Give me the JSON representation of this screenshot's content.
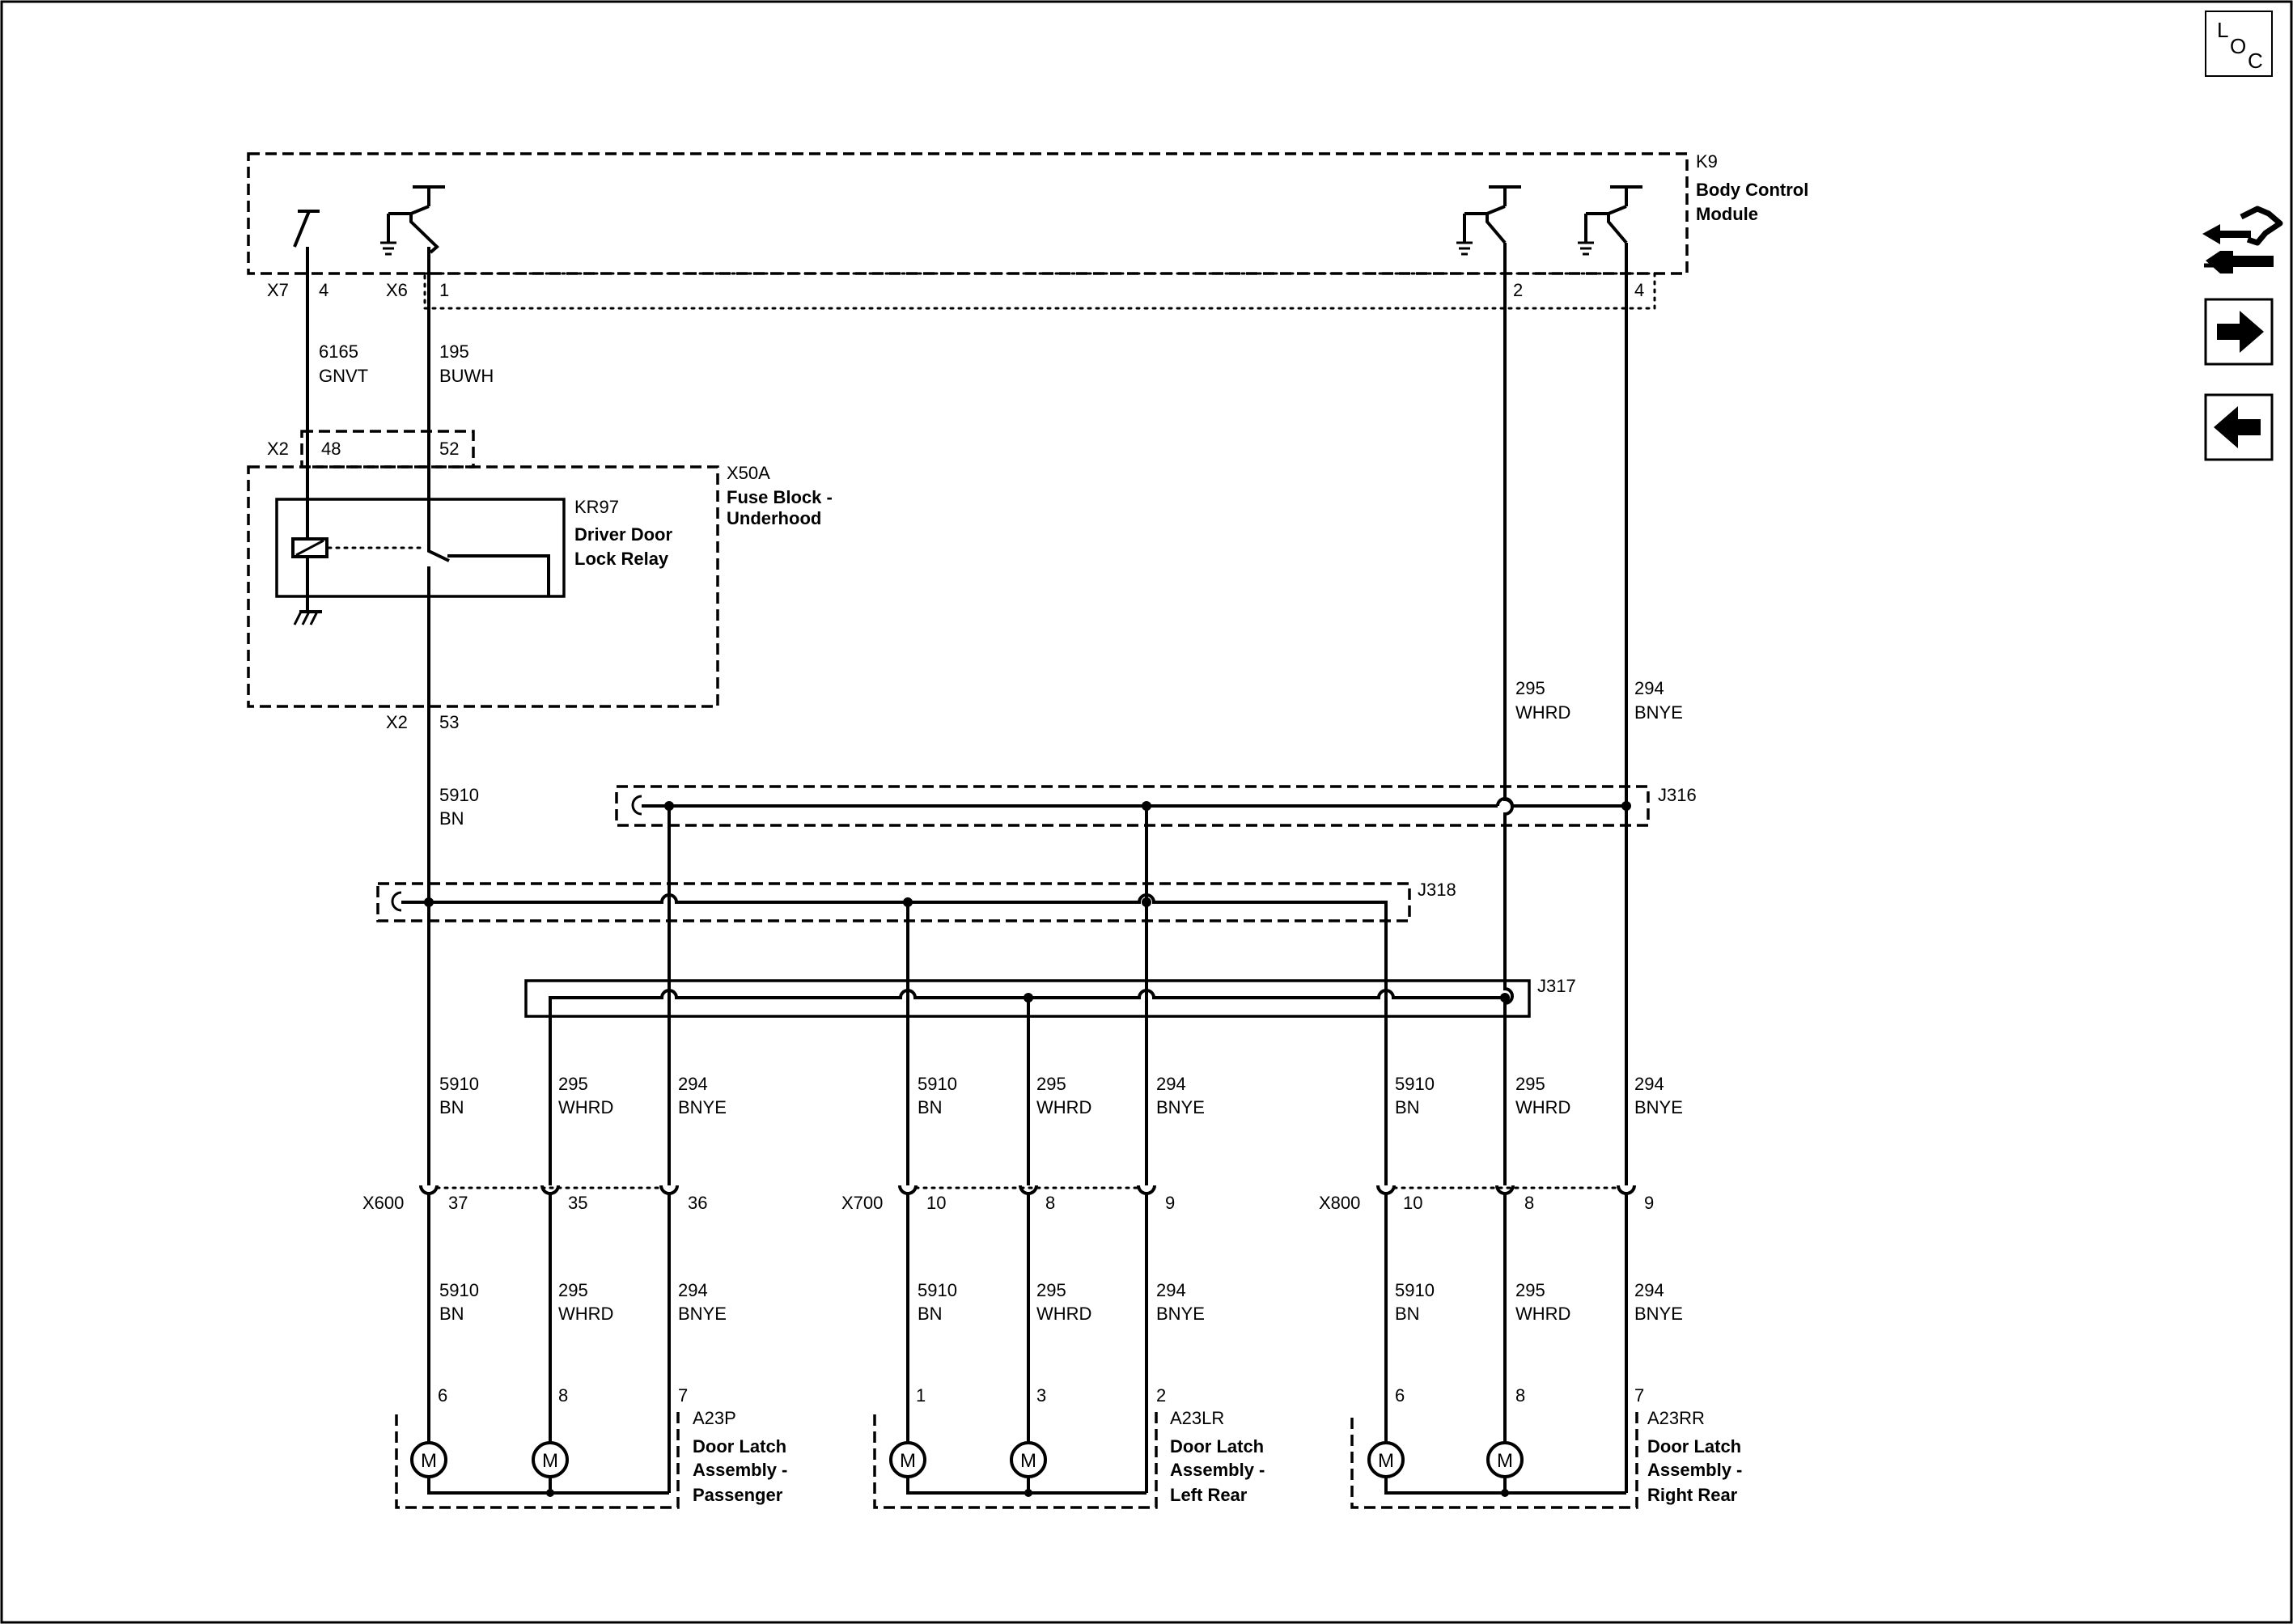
{
  "loc_button": {
    "l": "L",
    "o": "O",
    "c": "C"
  },
  "nav": {
    "connector_icon": "connector-swap-icon",
    "next_icon": "arrow-right-icon",
    "prev_icon": "arrow-left-icon"
  },
  "modules": {
    "k9": {
      "ref": "K9",
      "line1": "Body Control",
      "line2": "Module"
    },
    "x50a": {
      "ref": "X50A",
      "line1": "Fuse Block -",
      "line2": "Underhood"
    },
    "kr97": {
      "ref": "KR97",
      "line1": "Driver Door",
      "line2": "Lock Relay"
    },
    "a23p": {
      "ref": "A23P",
      "line1": "Door Latch",
      "line2": "Assembly -",
      "line3": "Passenger"
    },
    "a23lr": {
      "ref": "A23LR",
      "line1": "Door Latch",
      "line2": "Assembly -",
      "line3": "Left Rear"
    },
    "a23rr": {
      "ref": "A23RR",
      "line1": "Door Latch",
      "line2": "Assembly -",
      "line3": "Right Rear"
    }
  },
  "connectors": {
    "x7": "X7",
    "x7_pin": "4",
    "x6": "X6",
    "x6_pin_1": "1",
    "x6_pin_2": "2",
    "x6_pin_4": "4",
    "x2": "X2",
    "x2_pin_48": "48",
    "x2_pin_52": "52",
    "x2_pin_53": "53",
    "x600": "X600",
    "x600_pins": [
      "37",
      "35",
      "36"
    ],
    "x700": "X700",
    "x700_pins": [
      "10",
      "8",
      "9"
    ],
    "x800": "X800",
    "x800_pins": [
      "10",
      "8",
      "9"
    ],
    "a23p_pins": [
      "6",
      "8",
      "7"
    ],
    "a23lr_pins": [
      "1",
      "3",
      "2"
    ],
    "a23rr_pins": [
      "6",
      "8",
      "7"
    ]
  },
  "splices": {
    "j316": "J316",
    "j318": "J318",
    "j317": "J317"
  },
  "motor_label": "M",
  "wires": {
    "w6165": {
      "circuit": "6165",
      "color": "GNVT"
    },
    "w195": {
      "circuit": "195",
      "color": "BUWH"
    },
    "w5910": {
      "circuit": "5910",
      "color": "BN"
    },
    "w295": {
      "circuit": "295",
      "color": "WHRD"
    },
    "w294": {
      "circuit": "294",
      "color": "BNYE"
    }
  }
}
